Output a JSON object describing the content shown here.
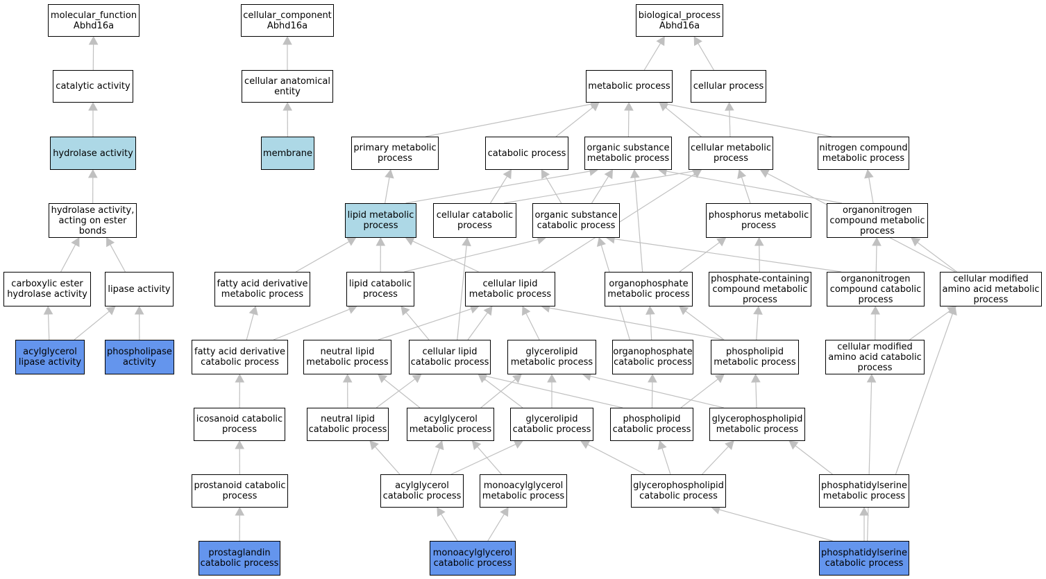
{
  "colors": {
    "plain": "#ffffff",
    "light": "#add8e6",
    "dark": "#6495ed",
    "edge": "#c0c0c0"
  },
  "nodes": [
    {
      "id": "mf",
      "label": "molecular_function\nAbhd16a",
      "style": "plain"
    },
    {
      "id": "cc",
      "label": "cellular_component\nAbhd16a",
      "style": "plain"
    },
    {
      "id": "bp",
      "label": "biological_process\nAbhd16a",
      "style": "plain"
    },
    {
      "id": "catalytic",
      "label": "catalytic activity",
      "style": "plain"
    },
    {
      "id": "cae",
      "label": "cellular anatomical\nentity",
      "style": "plain"
    },
    {
      "id": "metabolic",
      "label": "metabolic process",
      "style": "plain"
    },
    {
      "id": "cellproc",
      "label": "cellular process",
      "style": "plain"
    },
    {
      "id": "hydrolase",
      "label": "hydrolase activity",
      "style": "light"
    },
    {
      "id": "membrane",
      "label": "membrane",
      "style": "light"
    },
    {
      "id": "primary",
      "label": "primary metabolic\nprocess",
      "style": "plain"
    },
    {
      "id": "catabolic",
      "label": "catabolic process",
      "style": "plain"
    },
    {
      "id": "orgsub",
      "label": "organic substance\nmetabolic process",
      "style": "plain"
    },
    {
      "id": "cellmet",
      "label": "cellular metabolic\nprocess",
      "style": "plain"
    },
    {
      "id": "nitrogen",
      "label": "nitrogen compound\nmetabolic process",
      "style": "plain"
    },
    {
      "id": "hydester",
      "label": "hydrolase activity,\nacting on ester\nbonds",
      "style": "plain"
    },
    {
      "id": "lipidmet",
      "label": "lipid metabolic\nprocess",
      "style": "light"
    },
    {
      "id": "cellcat",
      "label": "cellular catabolic\nprocess",
      "style": "plain"
    },
    {
      "id": "orgsubcat",
      "label": "organic substance\ncatabolic process",
      "style": "plain"
    },
    {
      "id": "phosmet",
      "label": "phosphorus metabolic\nprocess",
      "style": "plain"
    },
    {
      "id": "orgnitmet",
      "label": "organonitrogen\ncompound metabolic\nprocess",
      "style": "plain"
    },
    {
      "id": "carbox",
      "label": "carboxylic ester\nhydrolase activity",
      "style": "plain"
    },
    {
      "id": "lipase",
      "label": "lipase activity",
      "style": "plain"
    },
    {
      "id": "fadm",
      "label": "fatty acid derivative\nmetabolic process",
      "style": "plain"
    },
    {
      "id": "lipidcat",
      "label": "lipid catabolic\nprocess",
      "style": "plain"
    },
    {
      "id": "celllipid",
      "label": "cellular lipid\nmetabolic process",
      "style": "plain"
    },
    {
      "id": "orgphosmet",
      "label": "organophosphate\nmetabolic process",
      "style": "plain"
    },
    {
      "id": "phoscont",
      "label": "phosphate-containing\ncompound metabolic\nprocess",
      "style": "plain"
    },
    {
      "id": "orgnitcat",
      "label": "organonitrogen\ncompound catabolic\nprocess",
      "style": "plain"
    },
    {
      "id": "cmaamet",
      "label": "cellular modified\namino acid metabolic\nprocess",
      "style": "plain"
    },
    {
      "id": "aglipase",
      "label": "acylglycerol\nlipase activity",
      "style": "dark"
    },
    {
      "id": "phlipase",
      "label": "phospholipase\nactivity",
      "style": "dark"
    },
    {
      "id": "fadc",
      "label": "fatty acid derivative\ncatabolic process",
      "style": "plain"
    },
    {
      "id": "neutmet",
      "label": "neutral lipid\nmetabolic process",
      "style": "plain"
    },
    {
      "id": "celllipcat",
      "label": "cellular lipid\ncatabolic process",
      "style": "plain"
    },
    {
      "id": "glymet",
      "label": "glycerolipid\nmetabolic process",
      "style": "plain"
    },
    {
      "id": "orgphoscat",
      "label": "organophosphate\ncatabolic process",
      "style": "plain"
    },
    {
      "id": "phospholmet",
      "label": "phospholipid\nmetabolic process",
      "style": "plain"
    },
    {
      "id": "cmaacat",
      "label": "cellular modified\namino acid catabolic\nprocess",
      "style": "plain"
    },
    {
      "id": "icos",
      "label": "icosanoid catabolic\nprocess",
      "style": "plain"
    },
    {
      "id": "neutcat",
      "label": "neutral lipid\ncatabolic process",
      "style": "plain"
    },
    {
      "id": "agmet",
      "label": "acylglycerol\nmetabolic process",
      "style": "plain"
    },
    {
      "id": "glycat",
      "label": "glycerolipid\ncatabolic process",
      "style": "plain"
    },
    {
      "id": "phospholcat",
      "label": "phospholipid\ncatabolic process",
      "style": "plain"
    },
    {
      "id": "gpmet",
      "label": "glycerophospholipid\nmetabolic process",
      "style": "plain"
    },
    {
      "id": "prost",
      "label": "prostanoid catabolic\nprocess",
      "style": "plain"
    },
    {
      "id": "agcat",
      "label": "acylglycerol\ncatabolic process",
      "style": "plain"
    },
    {
      "id": "magmet",
      "label": "monoacylglycerol\nmetabolic process",
      "style": "plain"
    },
    {
      "id": "gpcat",
      "label": "glycerophospholipid\ncatabolic process",
      "style": "plain"
    },
    {
      "id": "psmet",
      "label": "phosphatidylserine\nmetabolic process",
      "style": "plain"
    },
    {
      "id": "pgcat",
      "label": "prostaglandin\ncatabolic process",
      "style": "dark"
    },
    {
      "id": "magcat",
      "label": "monoacylglycerol\ncatabolic process",
      "style": "dark"
    },
    {
      "id": "pscat",
      "label": "phosphatidylserine\ncatabolic process",
      "style": "dark"
    }
  ],
  "edges": [
    [
      "catalytic",
      "mf"
    ],
    [
      "hydrolase",
      "catalytic"
    ],
    [
      "hydester",
      "hydrolase"
    ],
    [
      "carbox",
      "hydester"
    ],
    [
      "lipase",
      "hydester"
    ],
    [
      "aglipase",
      "carbox"
    ],
    [
      "aglipase",
      "lipase"
    ],
    [
      "phlipase",
      "lipase"
    ],
    [
      "cae",
      "cc"
    ],
    [
      "membrane",
      "cae"
    ],
    [
      "metabolic",
      "bp"
    ],
    [
      "cellproc",
      "bp"
    ],
    [
      "primary",
      "metabolic"
    ],
    [
      "catabolic",
      "metabolic"
    ],
    [
      "orgsub",
      "metabolic"
    ],
    [
      "cellmet",
      "metabolic"
    ],
    [
      "nitrogen",
      "metabolic"
    ],
    [
      "cellmet",
      "cellproc"
    ],
    [
      "lipidmet",
      "primary"
    ],
    [
      "lipidmet",
      "orgsub"
    ],
    [
      "cellcat",
      "catabolic"
    ],
    [
      "cellcat",
      "cellmet"
    ],
    [
      "orgsubcat",
      "catabolic"
    ],
    [
      "orgsubcat",
      "orgsub"
    ],
    [
      "phosmet",
      "cellmet"
    ],
    [
      "orgnitmet",
      "orgsub"
    ],
    [
      "orgnitmet",
      "nitrogen"
    ],
    [
      "fadm",
      "lipidmet"
    ],
    [
      "lipidcat",
      "lipidmet"
    ],
    [
      "lipidcat",
      "orgsubcat"
    ],
    [
      "celllipid",
      "lipidmet"
    ],
    [
      "celllipid",
      "cellmet"
    ],
    [
      "orgphosmet",
      "phosmet"
    ],
    [
      "orgphosmet",
      "orgsub"
    ],
    [
      "phoscont",
      "phosmet"
    ],
    [
      "orgnitcat",
      "orgnitmet"
    ],
    [
      "orgnitcat",
      "orgsubcat"
    ],
    [
      "cmaamet",
      "orgnitmet"
    ],
    [
      "cmaamet",
      "cellmet"
    ],
    [
      "fadc",
      "fadm"
    ],
    [
      "fadc",
      "lipidcat"
    ],
    [
      "neutmet",
      "celllipid"
    ],
    [
      "celllipcat",
      "lipidcat"
    ],
    [
      "celllipcat",
      "celllipid"
    ],
    [
      "celllipcat",
      "cellcat"
    ],
    [
      "glymet",
      "celllipid"
    ],
    [
      "orgphoscat",
      "orgphosmet"
    ],
    [
      "orgphoscat",
      "orgsubcat"
    ],
    [
      "phospholmet",
      "celllipid"
    ],
    [
      "phospholmet",
      "orgphosmet"
    ],
    [
      "phospholmet",
      "phoscont"
    ],
    [
      "cmaacat",
      "cmaamet"
    ],
    [
      "cmaacat",
      "orgnitcat"
    ],
    [
      "icos",
      "fadc"
    ],
    [
      "neutcat",
      "neutmet"
    ],
    [
      "neutcat",
      "celllipcat"
    ],
    [
      "agmet",
      "neutmet"
    ],
    [
      "agmet",
      "glymet"
    ],
    [
      "glycat",
      "glymet"
    ],
    [
      "glycat",
      "celllipcat"
    ],
    [
      "phospholcat",
      "celllipcat"
    ],
    [
      "phospholcat",
      "phospholmet"
    ],
    [
      "phospholcat",
      "orgphoscat"
    ],
    [
      "gpmet",
      "glymet"
    ],
    [
      "gpmet",
      "phospholmet"
    ],
    [
      "prost",
      "icos"
    ],
    [
      "agcat",
      "neutcat"
    ],
    [
      "agcat",
      "agmet"
    ],
    [
      "agcat",
      "glycat"
    ],
    [
      "magmet",
      "agmet"
    ],
    [
      "gpcat",
      "phospholcat"
    ],
    [
      "gpcat",
      "gpmet"
    ],
    [
      "gpcat",
      "glycat"
    ],
    [
      "psmet",
      "gpmet"
    ],
    [
      "psmet",
      "cmaamet"
    ],
    [
      "pgcat",
      "prost"
    ],
    [
      "magcat",
      "agcat"
    ],
    [
      "magcat",
      "magmet"
    ],
    [
      "pscat",
      "gpcat"
    ],
    [
      "pscat",
      "psmet"
    ],
    [
      "pscat",
      "cmaacat"
    ]
  ]
}
